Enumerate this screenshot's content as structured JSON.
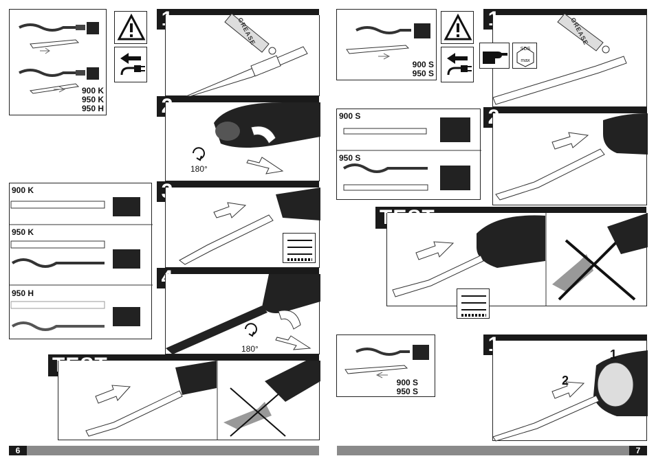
{
  "left_page": {
    "page_number": "6",
    "overview_models": [
      "900 K",
      "950 K",
      "950 H"
    ],
    "steps": [
      "1",
      "2",
      "3",
      "4"
    ],
    "step2_angle": "180°",
    "step4_angle": "180°",
    "grease_label": "GREASE",
    "step3_panel": {
      "sections": [
        "900 K",
        "950 K",
        "950 H"
      ]
    },
    "test_label": "TEST"
  },
  "right_page": {
    "page_number": "7",
    "top_models": [
      "900 S",
      "950 S"
    ],
    "steps": [
      "1",
      "2"
    ],
    "grease_label": "GREASE",
    "sds_label_top": "SDS",
    "sds_label_bottom": "max",
    "step2_panel": {
      "sections": [
        "900 S",
        "950 S"
      ]
    },
    "test_label": "TEST",
    "bottom_models": [
      "900 S",
      "950 S"
    ],
    "bottom_step": "1",
    "bottom_step_digits": [
      "2",
      "1"
    ]
  }
}
